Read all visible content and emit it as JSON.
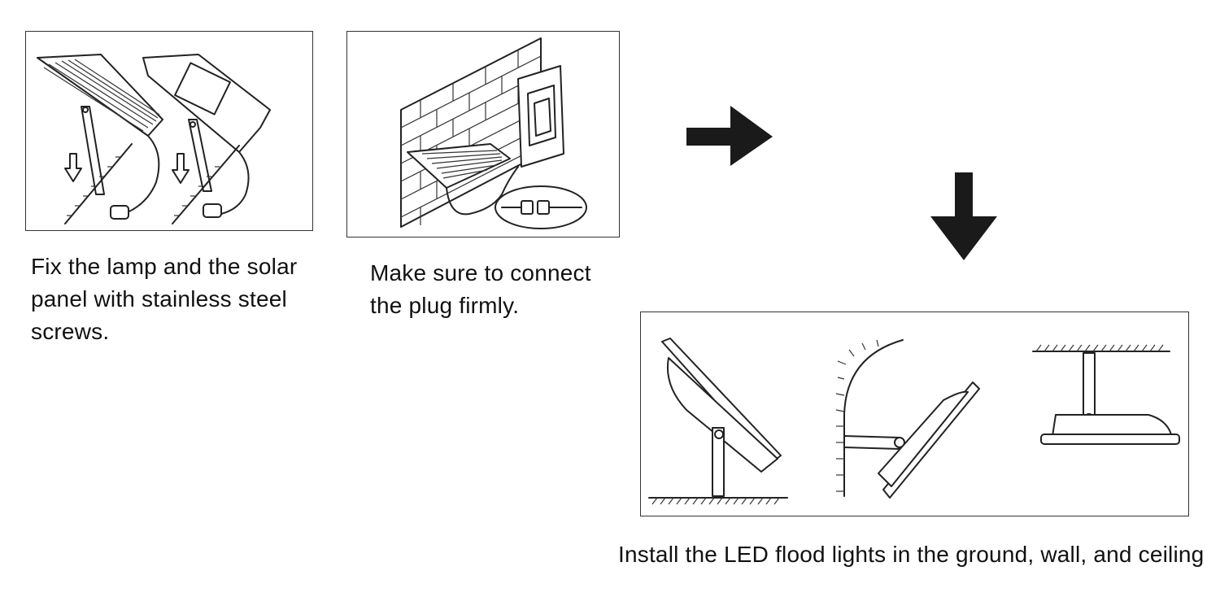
{
  "steps": [
    {
      "caption": "Fix the lamp and the solar panel with stainless steel screws."
    },
    {
      "caption": "Make sure to connect the plug firmly."
    },
    {
      "caption": "Install the LED flood lights in the ground, wall, and ceiling"
    }
  ],
  "colors": {
    "line": "#222222",
    "arrow": "#1a1a1a",
    "frame": "#333333"
  },
  "icons": [
    "right-arrow-icon",
    "down-arrow-icon"
  ]
}
